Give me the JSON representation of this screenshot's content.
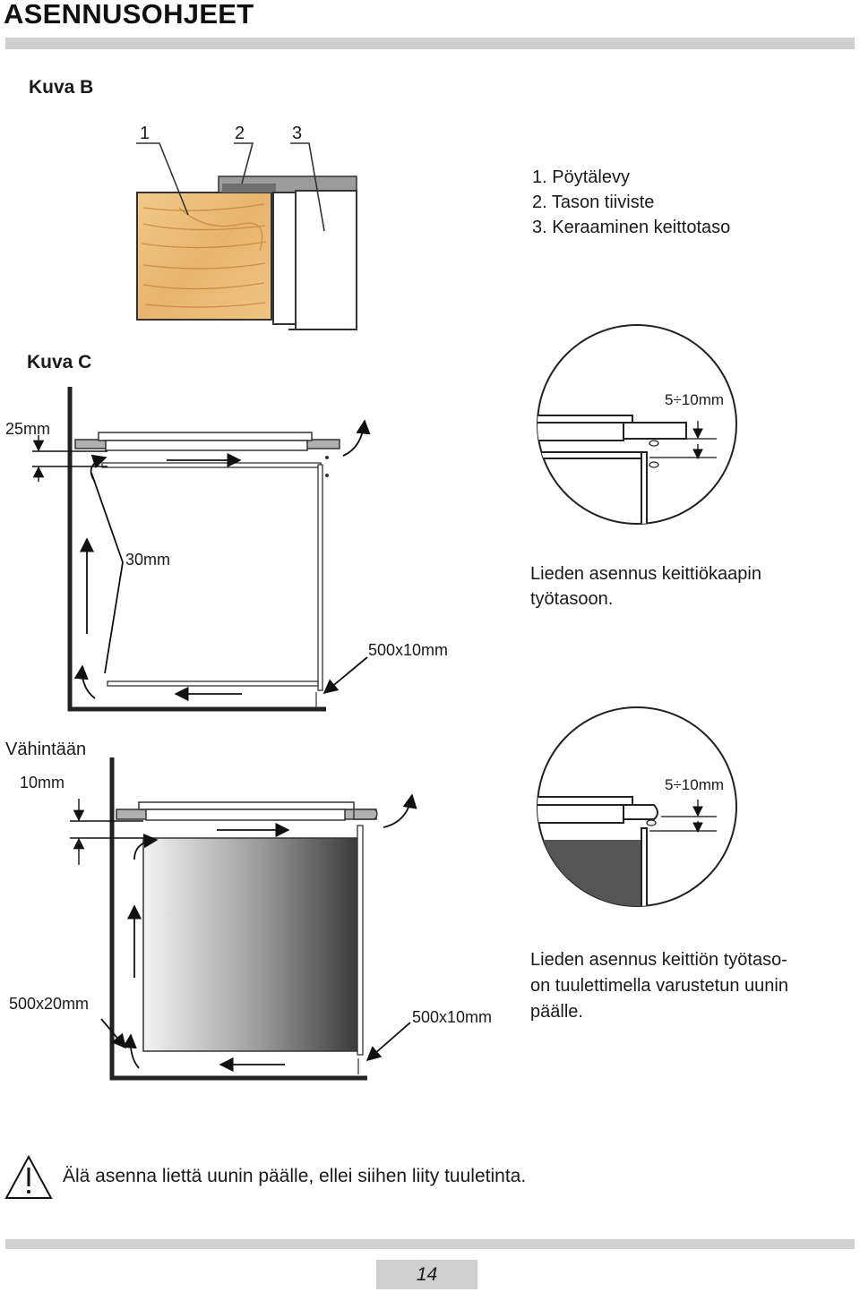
{
  "header": {
    "title": "ASENNUSOHJEET"
  },
  "figure_b": {
    "label": "Kuva B",
    "callouts": [
      "1",
      "2",
      "3"
    ],
    "legend": [
      "1. Pöytälevy",
      "2. Tason tiiviste",
      "3. Keraaminen keittotaso"
    ]
  },
  "figure_c": {
    "label": "Kuva C",
    "dim_top": "25mm",
    "dim_side": "30mm",
    "dim_bottom": "500x10mm",
    "dim_detail": "5÷10mm",
    "caption_lines": [
      "Lieden asennus keittiökaapin",
      "työtasoon."
    ]
  },
  "figure_d": {
    "min_label": "Vähintään",
    "dim_top": "10mm",
    "dim_left": "500x20mm",
    "dim_bottom": "500x10mm",
    "dim_detail": "5÷10mm",
    "caption_lines": [
      "Lieden asennus keittiön työtaso-",
      "on tuulettimella varustetun uunin",
      "päälle."
    ]
  },
  "warning": {
    "text": "Älä asenna liettä uunin päälle, ellei siihen liity tuuletinta."
  },
  "footer": {
    "page_number": "14"
  }
}
